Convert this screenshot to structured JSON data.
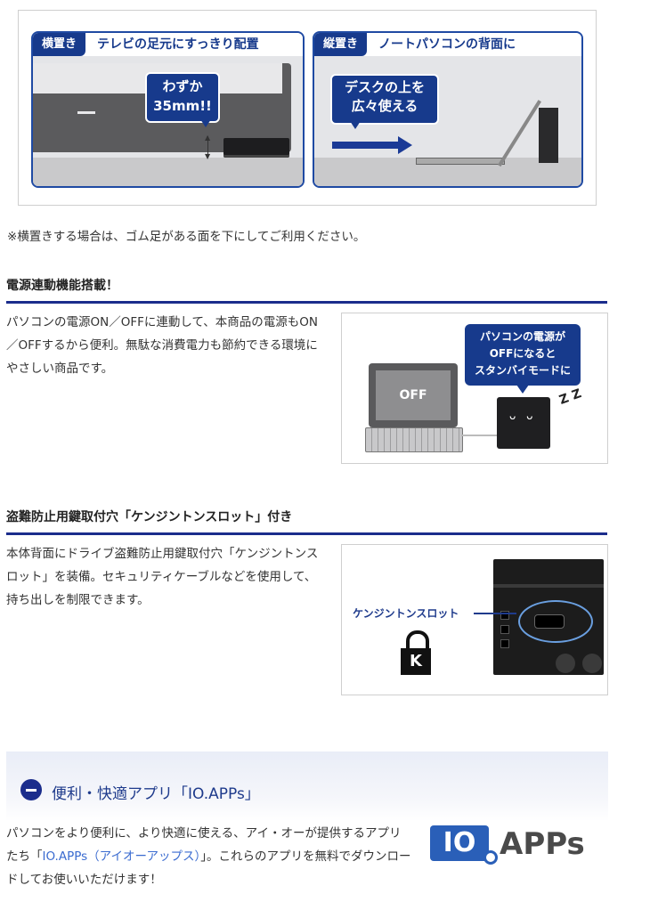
{
  "placement": {
    "horizontal": {
      "tag": "横置き",
      "headline": "テレビの足元にすっきり配置",
      "callout_line1": "わずか",
      "callout_line2": "35mm!!"
    },
    "vertical": {
      "tag": "縦置き",
      "headline": "ノートパソコンの背面に",
      "callout_line1": "デスクの上を",
      "callout_line2": "広々使える"
    },
    "note": "※横置きする場合は、ゴム足がある面を下にしてご利用ください。"
  },
  "power_link": {
    "title": "電源連動機能搭載！",
    "body": "パソコンの電源ON／OFFに連動して、本商品の電源もON／OFFするから便利。無駄な消費電力も節約できる環境にやさしい商品です。",
    "screen_label": "OFF",
    "bubble_line1": "パソコンの電源が",
    "bubble_line2": "OFFになると",
    "bubble_line3": "スタンバイモードに",
    "sleep_label": "Z Z"
  },
  "kensington": {
    "title": "盗難防止用鍵取付穴「ケンジントンスロット」付き",
    "body": "本体背面にドライブ盗難防止用鍵取付穴「ケンジントンスロット」を装備。セキュリティケーブルなどを使用して、持ち出しを制限できます。",
    "label": "ケンジントンスロット"
  },
  "apps": {
    "title": "便利・快適アプリ「IO.APPs」",
    "body_before": "パソコンをより便利に、より快適に使える、アイ・オーが提供するアプリたち「",
    "body_link": "IO.APPs（アイオーアップス）",
    "body_after": "」。これらのアプリを無料でダウンロードしてお使いいただけます！",
    "logo_io": "IO",
    "logo_apps": "APPs"
  },
  "colors": {
    "brand_navy": "#173a8c",
    "rule_navy": "#1b2d8c",
    "link_blue": "#3a6bd0"
  }
}
